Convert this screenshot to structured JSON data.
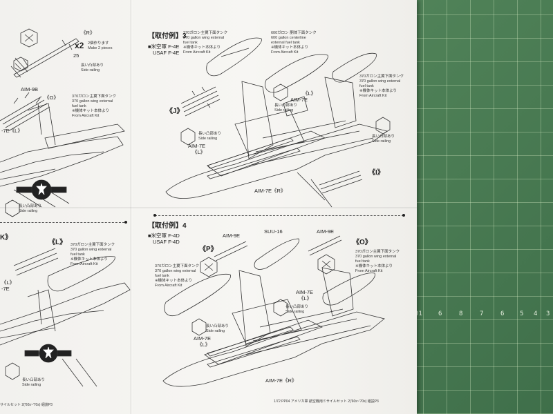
{
  "page_top": {
    "mount_example_3": "【取付例】3",
    "aircraft_3_jp": "■米空軍 F-4E",
    "aircraft_3_en": "USAF F-4E",
    "tank_370_jp": "370ガロン主翼下面タンク",
    "tank_370_en1": "370 gallon wing external",
    "tank_370_en2": "fuel tank",
    "from_kit_jp": "※機体キット本体より",
    "from_kit_en": "From Aircraft Kit",
    "tank_600_jp": "600ガロン 胴体下面タンク",
    "tank_600_en1": "600 gallon centerline",
    "tank_600_en2": "external fuel tank",
    "part_R": "《R》",
    "make2_x": "x2",
    "make2_jp": "2個作ります",
    "make2_en": "Make 2 pieces",
    "part_num_25": "25",
    "side_jp": "長い凸部あり",
    "side_en": "Side railing",
    "aim9b": "AIM-9B",
    "part_O": "《O》",
    "part_L": "《L》",
    "aim7e": "AIM-7E",
    "aim7e_L": "AIM-7E《L》",
    "aim7e_R": "AIM-7E《R》",
    "part_J": "《J》",
    "part_I": "《I》",
    "partial_7e_L": "-7E《L》"
  },
  "page_bottom": {
    "mount_example_4": "【取付例】4",
    "aircraft_4_jp": "■米空軍 F-4D",
    "aircraft_4_en": "USAF F-4D",
    "part_P": "《P》",
    "aim9e": "AIM-9E",
    "suu16": "SUU-16",
    "part_O": "《O》",
    "part_K": "K》",
    "part_L": "《L》",
    "tank_370_jp": "370ガロン主翼下面タンク",
    "tank_370_en1": "370 gallon wing external",
    "tank_370_en2": "fuel tank",
    "from_kit_jp": "※機体キット本体より",
    "from_kit_en": "From Aircraft Kit",
    "aim7e": "AIM-7E",
    "aim7e_L": "AIM-7E《L》",
    "aim7e_R": "AIM-7E《R》",
    "partial_L": "《L》",
    "partial_7e": "-7E",
    "side_jp": "長い凸部あり",
    "side_en": "Side railing",
    "footer": "1/72 PP04 アメリカ軍 航空機用ミサイルセット 2('60s~'70s) 組説P3",
    "footer_left": "サイルセット 2('60s~'70s) 組説P3"
  },
  "ruler": {
    "numbers": [
      "01",
      "6",
      "8",
      "7",
      "6",
      "5",
      "4",
      "3"
    ]
  }
}
